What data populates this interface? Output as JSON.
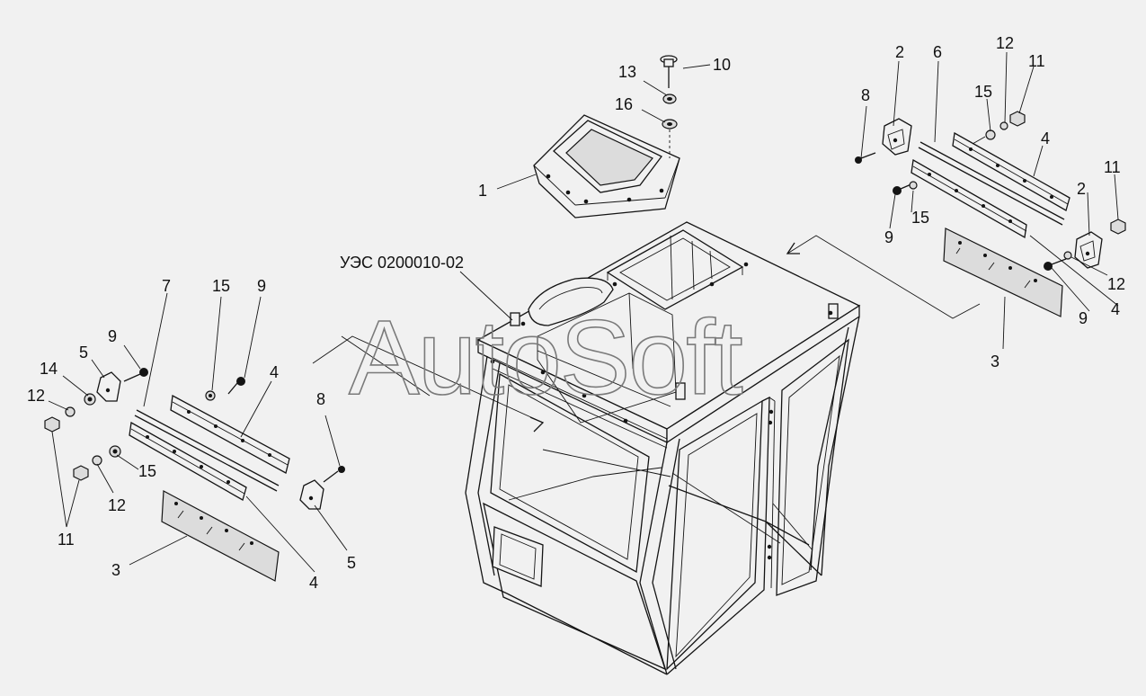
{
  "assembly_label": "УЭС 0200010-02",
  "watermark": "AutoSoft",
  "callouts": {
    "c1": "1",
    "c10": "10",
    "c13": "13",
    "c16": "16",
    "r2a": "2",
    "r6": "6",
    "r12a": "12",
    "r11a": "11",
    "r8": "8",
    "r15a": "15",
    "r4a": "4",
    "r15b": "15",
    "r9a": "9",
    "r11b": "11",
    "r2b": "2",
    "r12b": "12",
    "r9b": "9",
    "r4b": "4",
    "r3": "3",
    "l7": "7",
    "l15a": "15",
    "l9a": "9",
    "l9b": "9",
    "l5a": "5",
    "l14": "14",
    "l4a": "4",
    "l12a": "12",
    "l8": "8",
    "l15b": "15",
    "l12b": "12",
    "l11": "11",
    "l3": "3",
    "l4b": "4",
    "l5b": "5"
  }
}
